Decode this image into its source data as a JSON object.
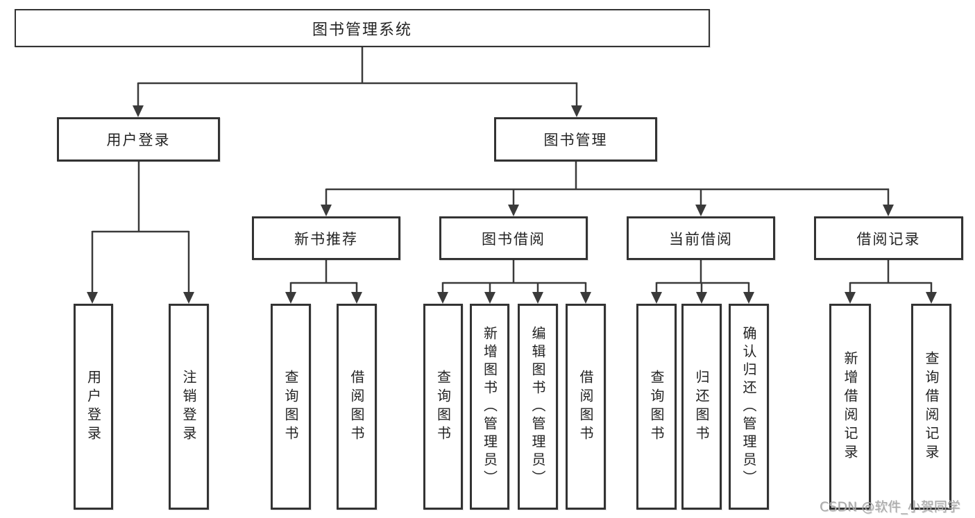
{
  "diagram": {
    "title": "图书管理系统",
    "nodes": {
      "root": {
        "label": "图书管理系统"
      },
      "user_login": {
        "label": "用户登录"
      },
      "book_mgmt": {
        "label": "图书管理"
      },
      "new_book_rec": {
        "label": "新书推荐"
      },
      "book_borrow": {
        "label": "图书借阅"
      },
      "current_borrow": {
        "label": "当前借阅"
      },
      "borrow_record": {
        "label": "借阅记录"
      },
      "leaf_user_login": {
        "label": "用户登录"
      },
      "leaf_logout": {
        "label": "注销登录"
      },
      "leaf_rec_query": {
        "label": "查询图书"
      },
      "leaf_rec_borrow": {
        "label": "借阅图书"
      },
      "leaf_bb_query": {
        "label": "查询图书"
      },
      "leaf_bb_add": {
        "label": "新增图书（管理员）"
      },
      "leaf_bb_edit": {
        "label": "编辑图书（管理员）"
      },
      "leaf_bb_borrow": {
        "label": "借阅图书"
      },
      "leaf_cb_query": {
        "label": "查询图书"
      },
      "leaf_cb_return": {
        "label": "归还图书"
      },
      "leaf_cb_confirm": {
        "label": "确认归还（管理员）"
      },
      "leaf_br_add": {
        "label": "新增借阅记录"
      },
      "leaf_br_query": {
        "label": "查询借阅记录"
      }
    },
    "hierarchy": {
      "图书管理系统": {
        "用户登录": [
          "用户登录",
          "注销登录"
        ],
        "图书管理": {
          "新书推荐": [
            "查询图书",
            "借阅图书"
          ],
          "图书借阅": [
            "查询图书",
            "新增图书（管理员）",
            "编辑图书（管理员）",
            "借阅图书"
          ],
          "当前借阅": [
            "查询图书",
            "归还图书",
            "确认归还（管理员）"
          ],
          "借阅记录": [
            "新增借阅记录",
            "查询借阅记录"
          ]
        }
      }
    },
    "colors": {
      "line": "#3a3a3a",
      "box_border": "#333333",
      "box_fill": "#ffffff",
      "text": "#232323",
      "watermark": "#a9a9a9",
      "background": "#ffffff"
    }
  },
  "watermark": {
    "text": "CSDN @软件_小贺同学"
  }
}
